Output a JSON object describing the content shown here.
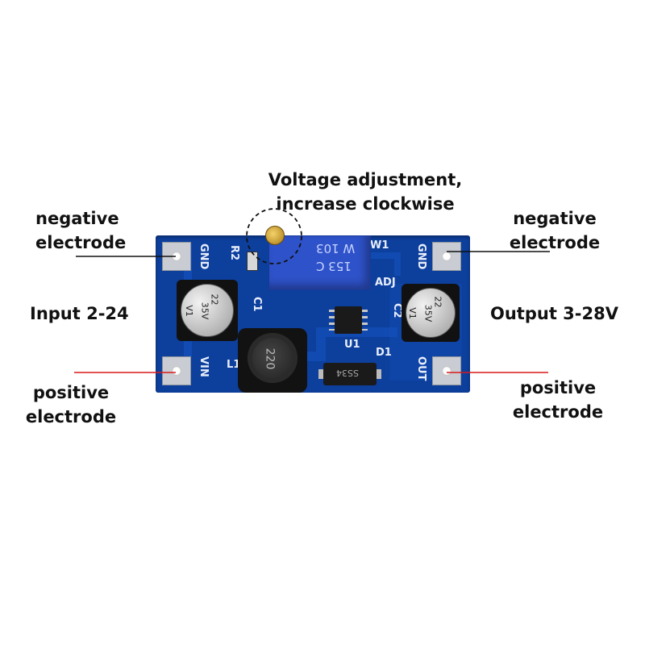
{
  "annotations": {
    "pot_line1": "Voltage adjustment,",
    "pot_line2": "increase clockwise",
    "neg_left_1": "negative",
    "neg_left_2": "electrode",
    "neg_right_1": "negative",
    "neg_right_2": "electrode",
    "input": "Input 2-24",
    "output": "Output 3-28V",
    "pos_left_1": "positive",
    "pos_left_2": "electrode",
    "pos_right_1": "positive",
    "pos_right_2": "electrode"
  },
  "board": {
    "gnd_left": "GND",
    "gnd_right": "GND",
    "vin": "VIN",
    "out": "OUT",
    "r2": "R2",
    "w1": "W1",
    "adj": "ADJ",
    "c1": "C1",
    "c2": "C2",
    "u1": "U1",
    "d1": "D1",
    "l1": "L1",
    "pot_marking_1": "W 103",
    "pot_marking_2": "153 C",
    "cap_left_1": "22",
    "cap_left_2": "35V",
    "cap_left_3": "V1",
    "cap_right_1": "22",
    "cap_right_2": "35V",
    "cap_right_3": "V1",
    "inductor": "220",
    "diode": "SS34"
  },
  "colors": {
    "pcb": "#0d3f9c",
    "leader_black": "#111111",
    "leader_red": "#d91a1a"
  }
}
